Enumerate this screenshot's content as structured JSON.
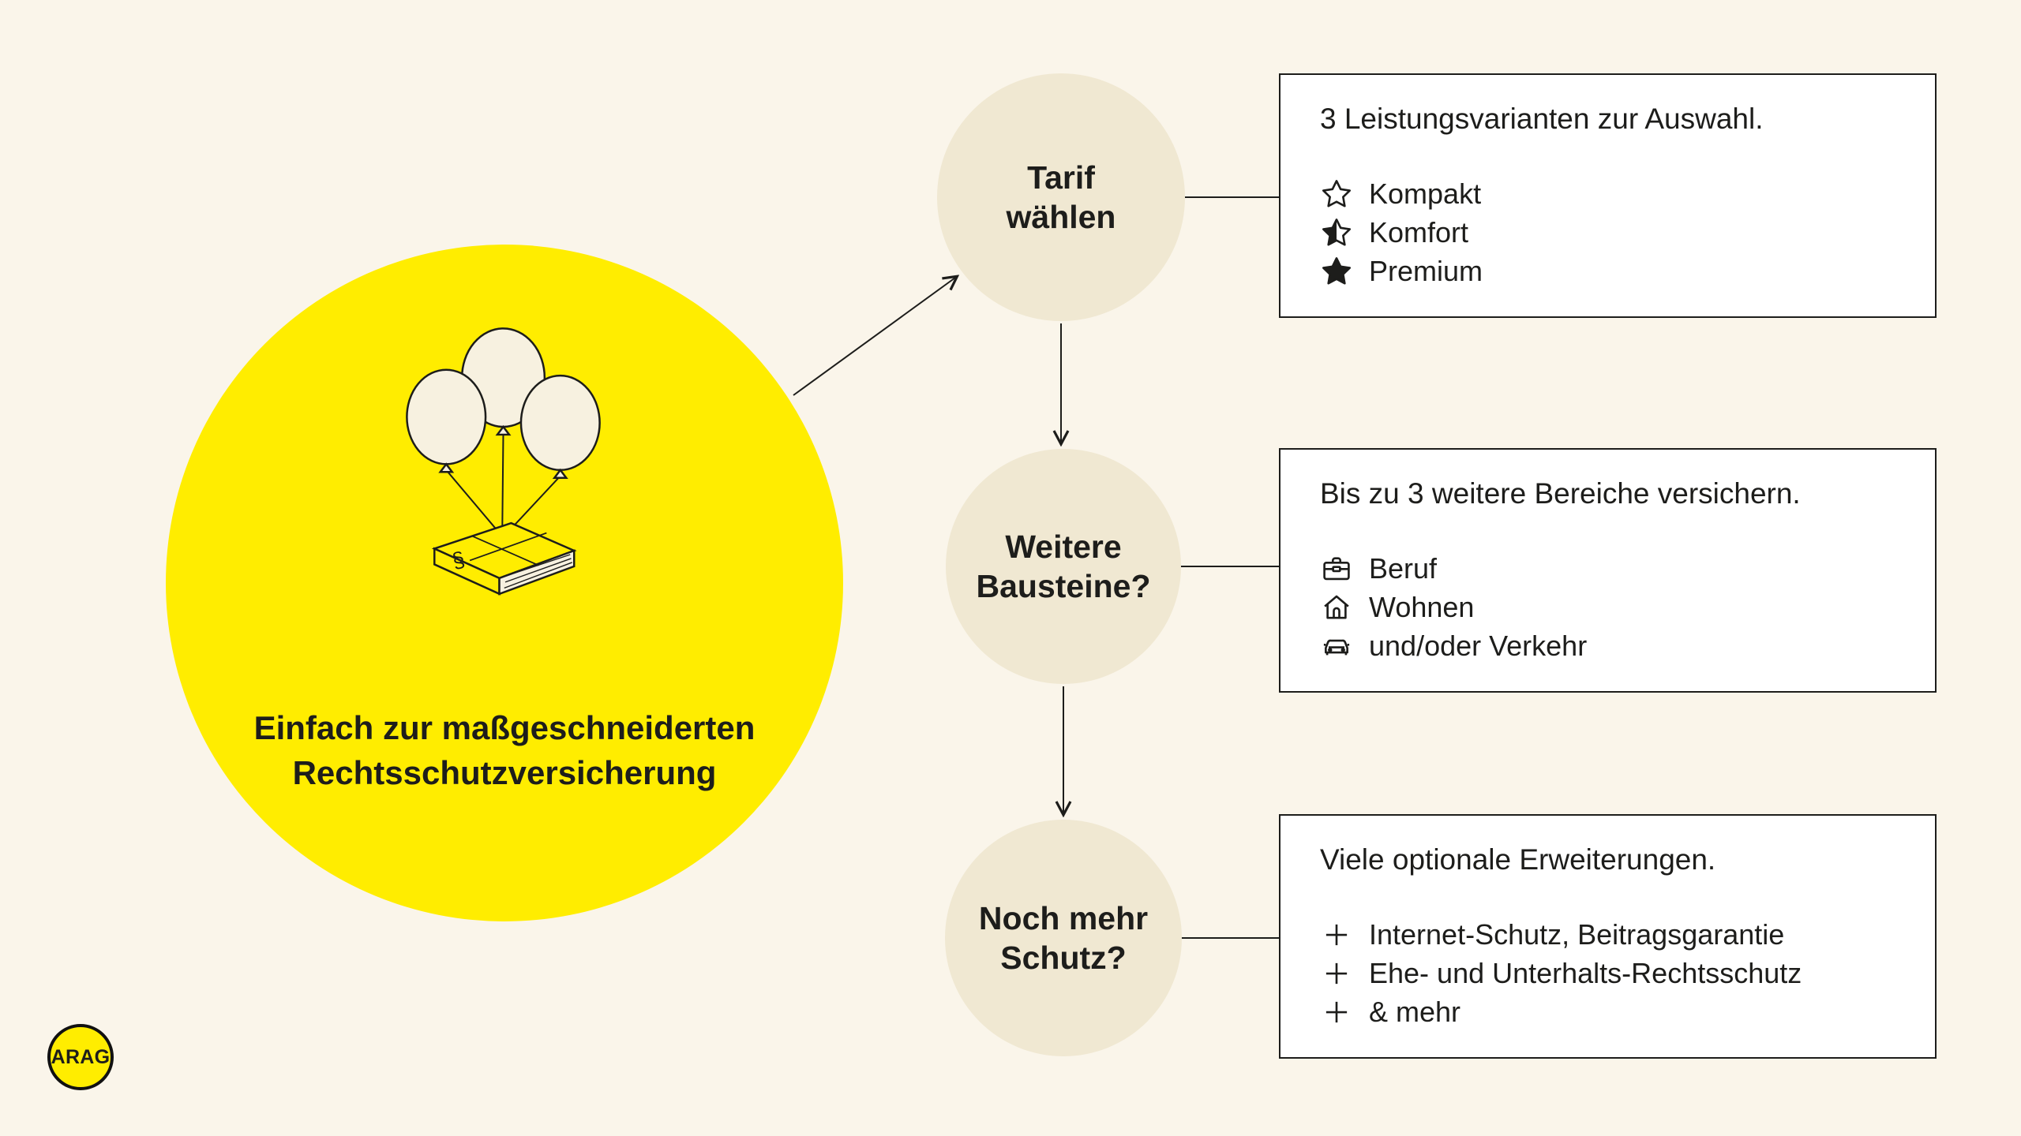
{
  "colors": {
    "background": "#FAF5EA",
    "brand_yellow": "#FFED00",
    "circle_beige": "#F0E8D2",
    "box_white": "#FFFFFF",
    "ink": "#1D1D1B"
  },
  "hero": {
    "caption": "Einfach zur maßgeschneiderten\nRechtsschutzversicherung",
    "illustration": "three-balloons-lifting-law-book-with-paragraph-symbol"
  },
  "logo": {
    "label": "ARAG"
  },
  "steps": [
    {
      "circle_label": "Tarif\nwählen",
      "box": {
        "title": "3 Leistungsvarianten zur Auswahl.",
        "items": [
          {
            "icon": "star-outline-icon",
            "label": "Kompakt"
          },
          {
            "icon": "star-half-icon",
            "label": "Komfort"
          },
          {
            "icon": "star-filled-icon",
            "label": "Premium"
          }
        ]
      }
    },
    {
      "circle_label": "Weitere\nBausteine?",
      "box": {
        "title": "Bis zu 3 weitere Bereiche versichern.",
        "items": [
          {
            "icon": "briefcase-icon",
            "label": "Beruf"
          },
          {
            "icon": "house-icon",
            "label": "Wohnen"
          },
          {
            "icon": "car-icon",
            "label": "und/oder Verkehr"
          }
        ]
      }
    },
    {
      "circle_label": "Noch mehr\nSchutz?",
      "box": {
        "title": "Viele optionale Erweiterungen.",
        "items": [
          {
            "icon": "plus-icon",
            "label": "Internet-Schutz, Beitragsgarantie"
          },
          {
            "icon": "plus-icon",
            "label": "Ehe- und Unterhalts-Rechtsschutz"
          },
          {
            "icon": "plus-icon",
            "label": "& mehr"
          }
        ]
      }
    }
  ]
}
